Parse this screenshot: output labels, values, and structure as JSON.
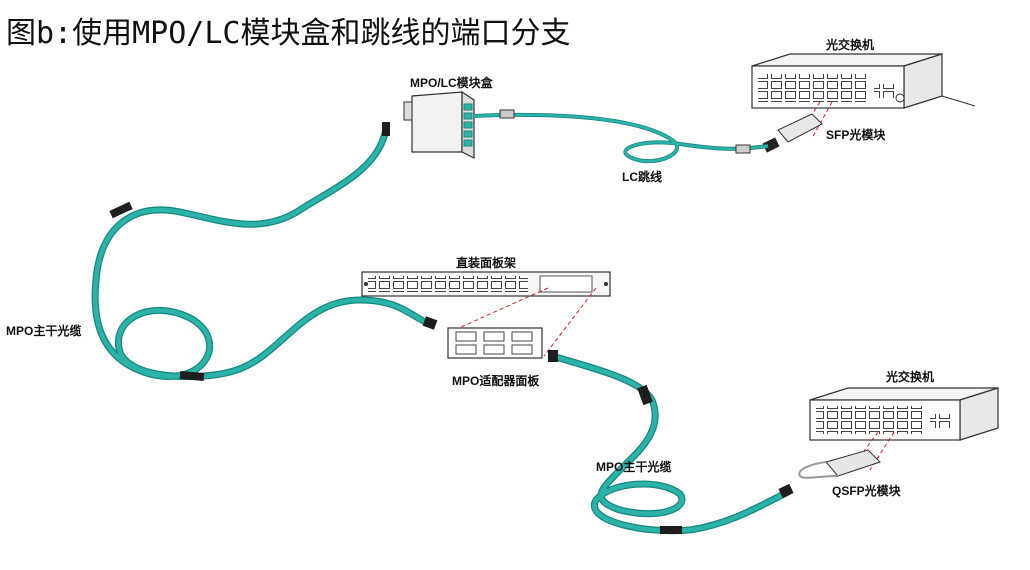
{
  "title": "图b:使用MPO/LC模块盒和跳线的端口分支",
  "labels": {
    "switch_top": "光交换机",
    "mpo_lc_box": "MPO/LC模块盒",
    "sfp_module": "SFP光模块",
    "lc_patch": "LC跳线",
    "patch_panel": "直装面板架",
    "trunk_left": "MPO主干光缆",
    "mpo_adapter": "MPO适配器面板",
    "switch_bottom": "光交换机",
    "trunk_bottom": "MPO主干光缆",
    "qsfp_module": "QSFP光模块"
  },
  "colors": {
    "cable": "#2bb3a8",
    "cable_dark": "#17877e",
    "boot": "#1e1e1e",
    "device_line": "#333333",
    "dashed_red": "#cc2222"
  }
}
